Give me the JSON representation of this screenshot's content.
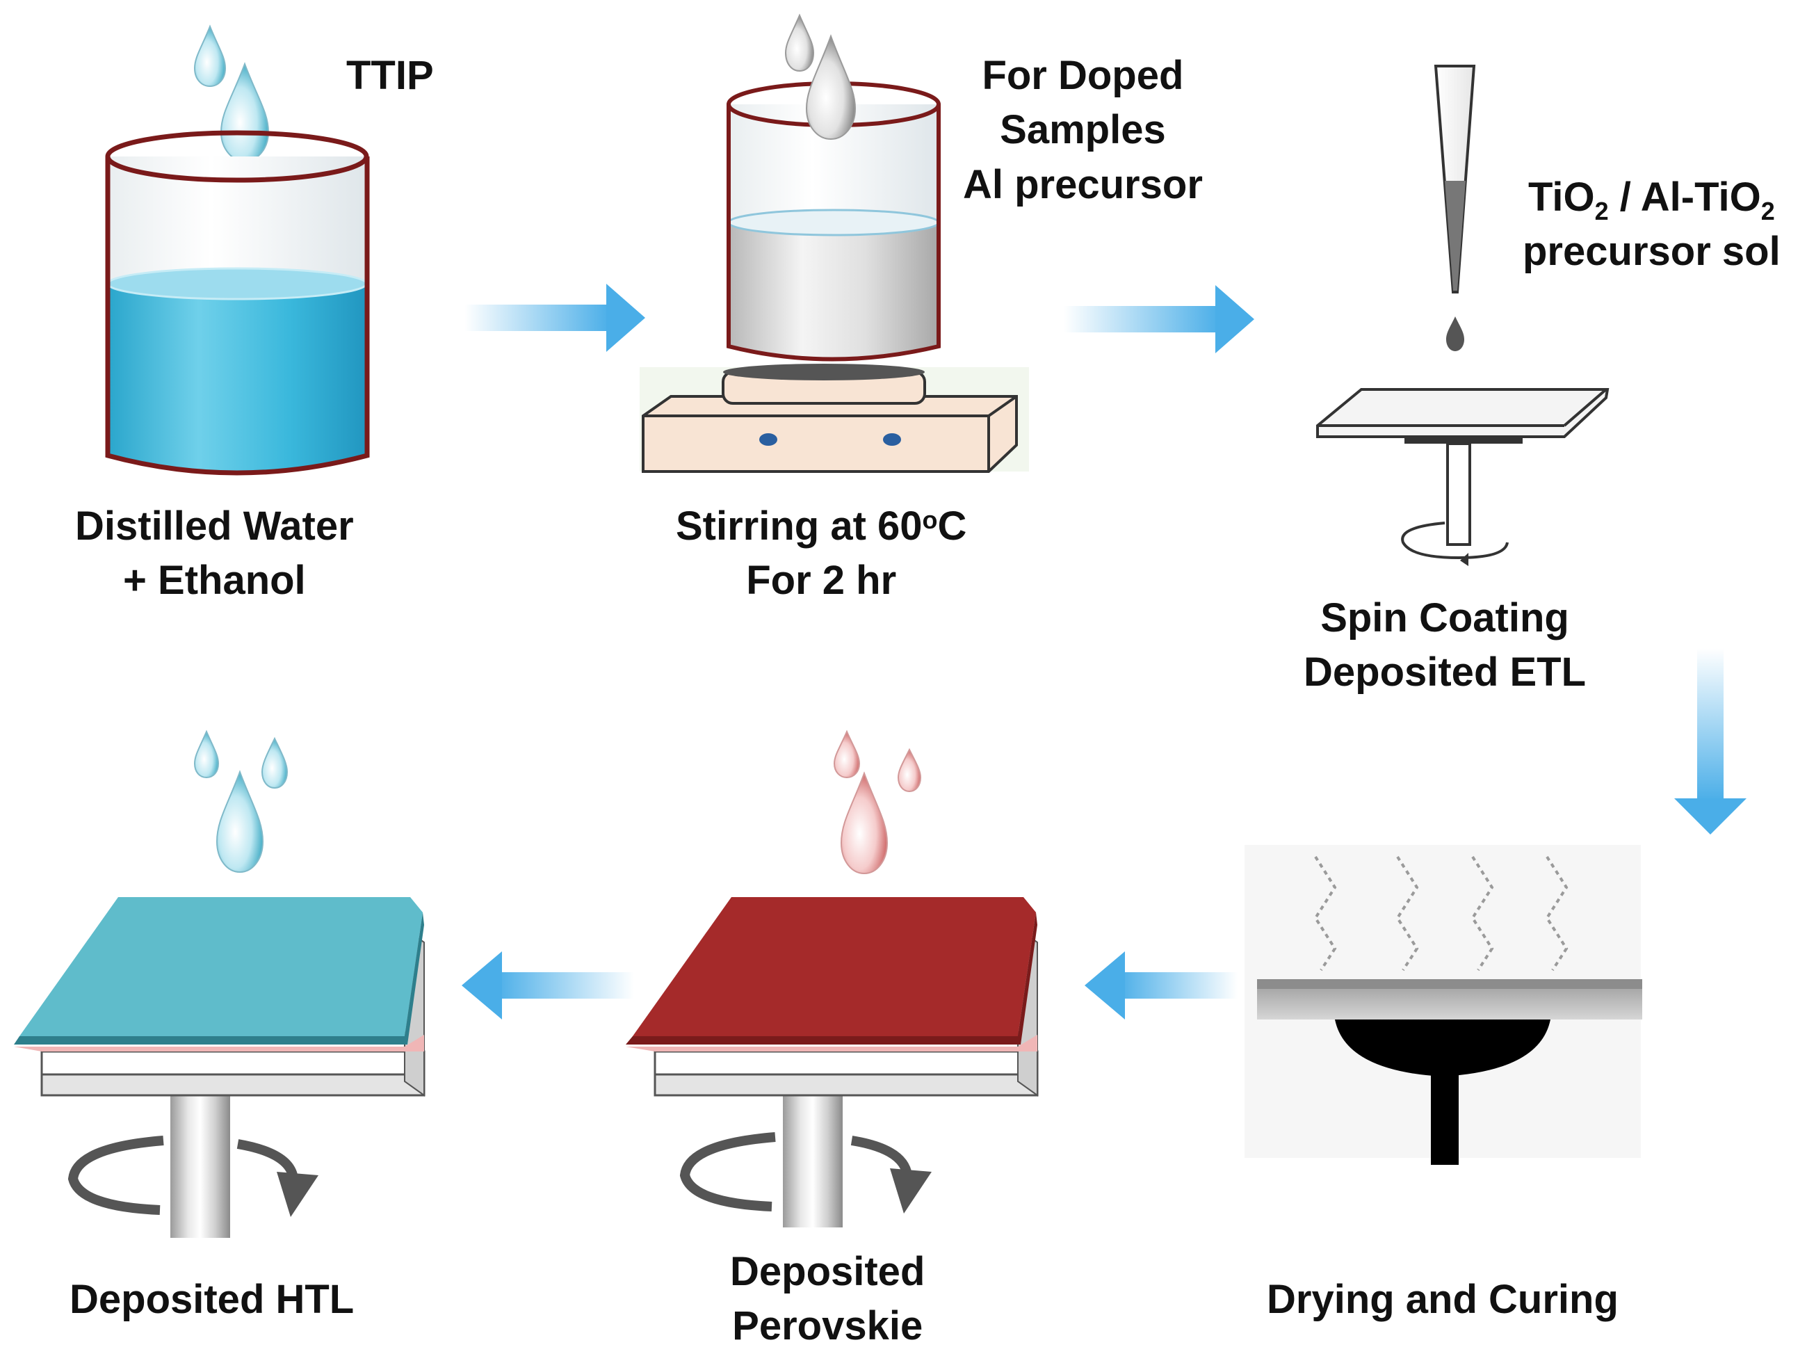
{
  "steps": {
    "ttip": "TTIP",
    "doped": [
      "For Doped",
      "Samples",
      "Al precursor"
    ],
    "sol_line1": {
      "a": "TiO",
      "a_sub": "2",
      "b": " / Al-TiO",
      "b_sub": "2"
    },
    "sol_line2": "precursor sol",
    "water": [
      "Distilled Water",
      "+ Ethanol"
    ],
    "stirring_line1": {
      "a": "Stirring at 60",
      "sup": "o",
      "b": "C"
    },
    "stirring_line2": "For 2 hr",
    "spin": [
      "Spin Coating",
      "Deposited ETL"
    ],
    "htl": "Deposited HTL",
    "perovskite": [
      "Deposited",
      "Perovskie"
    ],
    "drying": "Drying and Curing"
  },
  "colors": {
    "arrow": "#4aaee8",
    "beaker_rim": "#7a1a1a",
    "water": "#38b4d8",
    "htl_layer": "#5fbccb",
    "perovskite_layer": "#a52a2a",
    "pink_layer": "#f0b6b6",
    "hotplate": "#f8e4d4"
  },
  "icons": [
    "droplet-icon",
    "beaker-icon",
    "hotplate-icon",
    "pipette-icon",
    "spin-coater-icon",
    "heater-icon",
    "rotation-arrow-icon",
    "flow-arrow-icon"
  ]
}
